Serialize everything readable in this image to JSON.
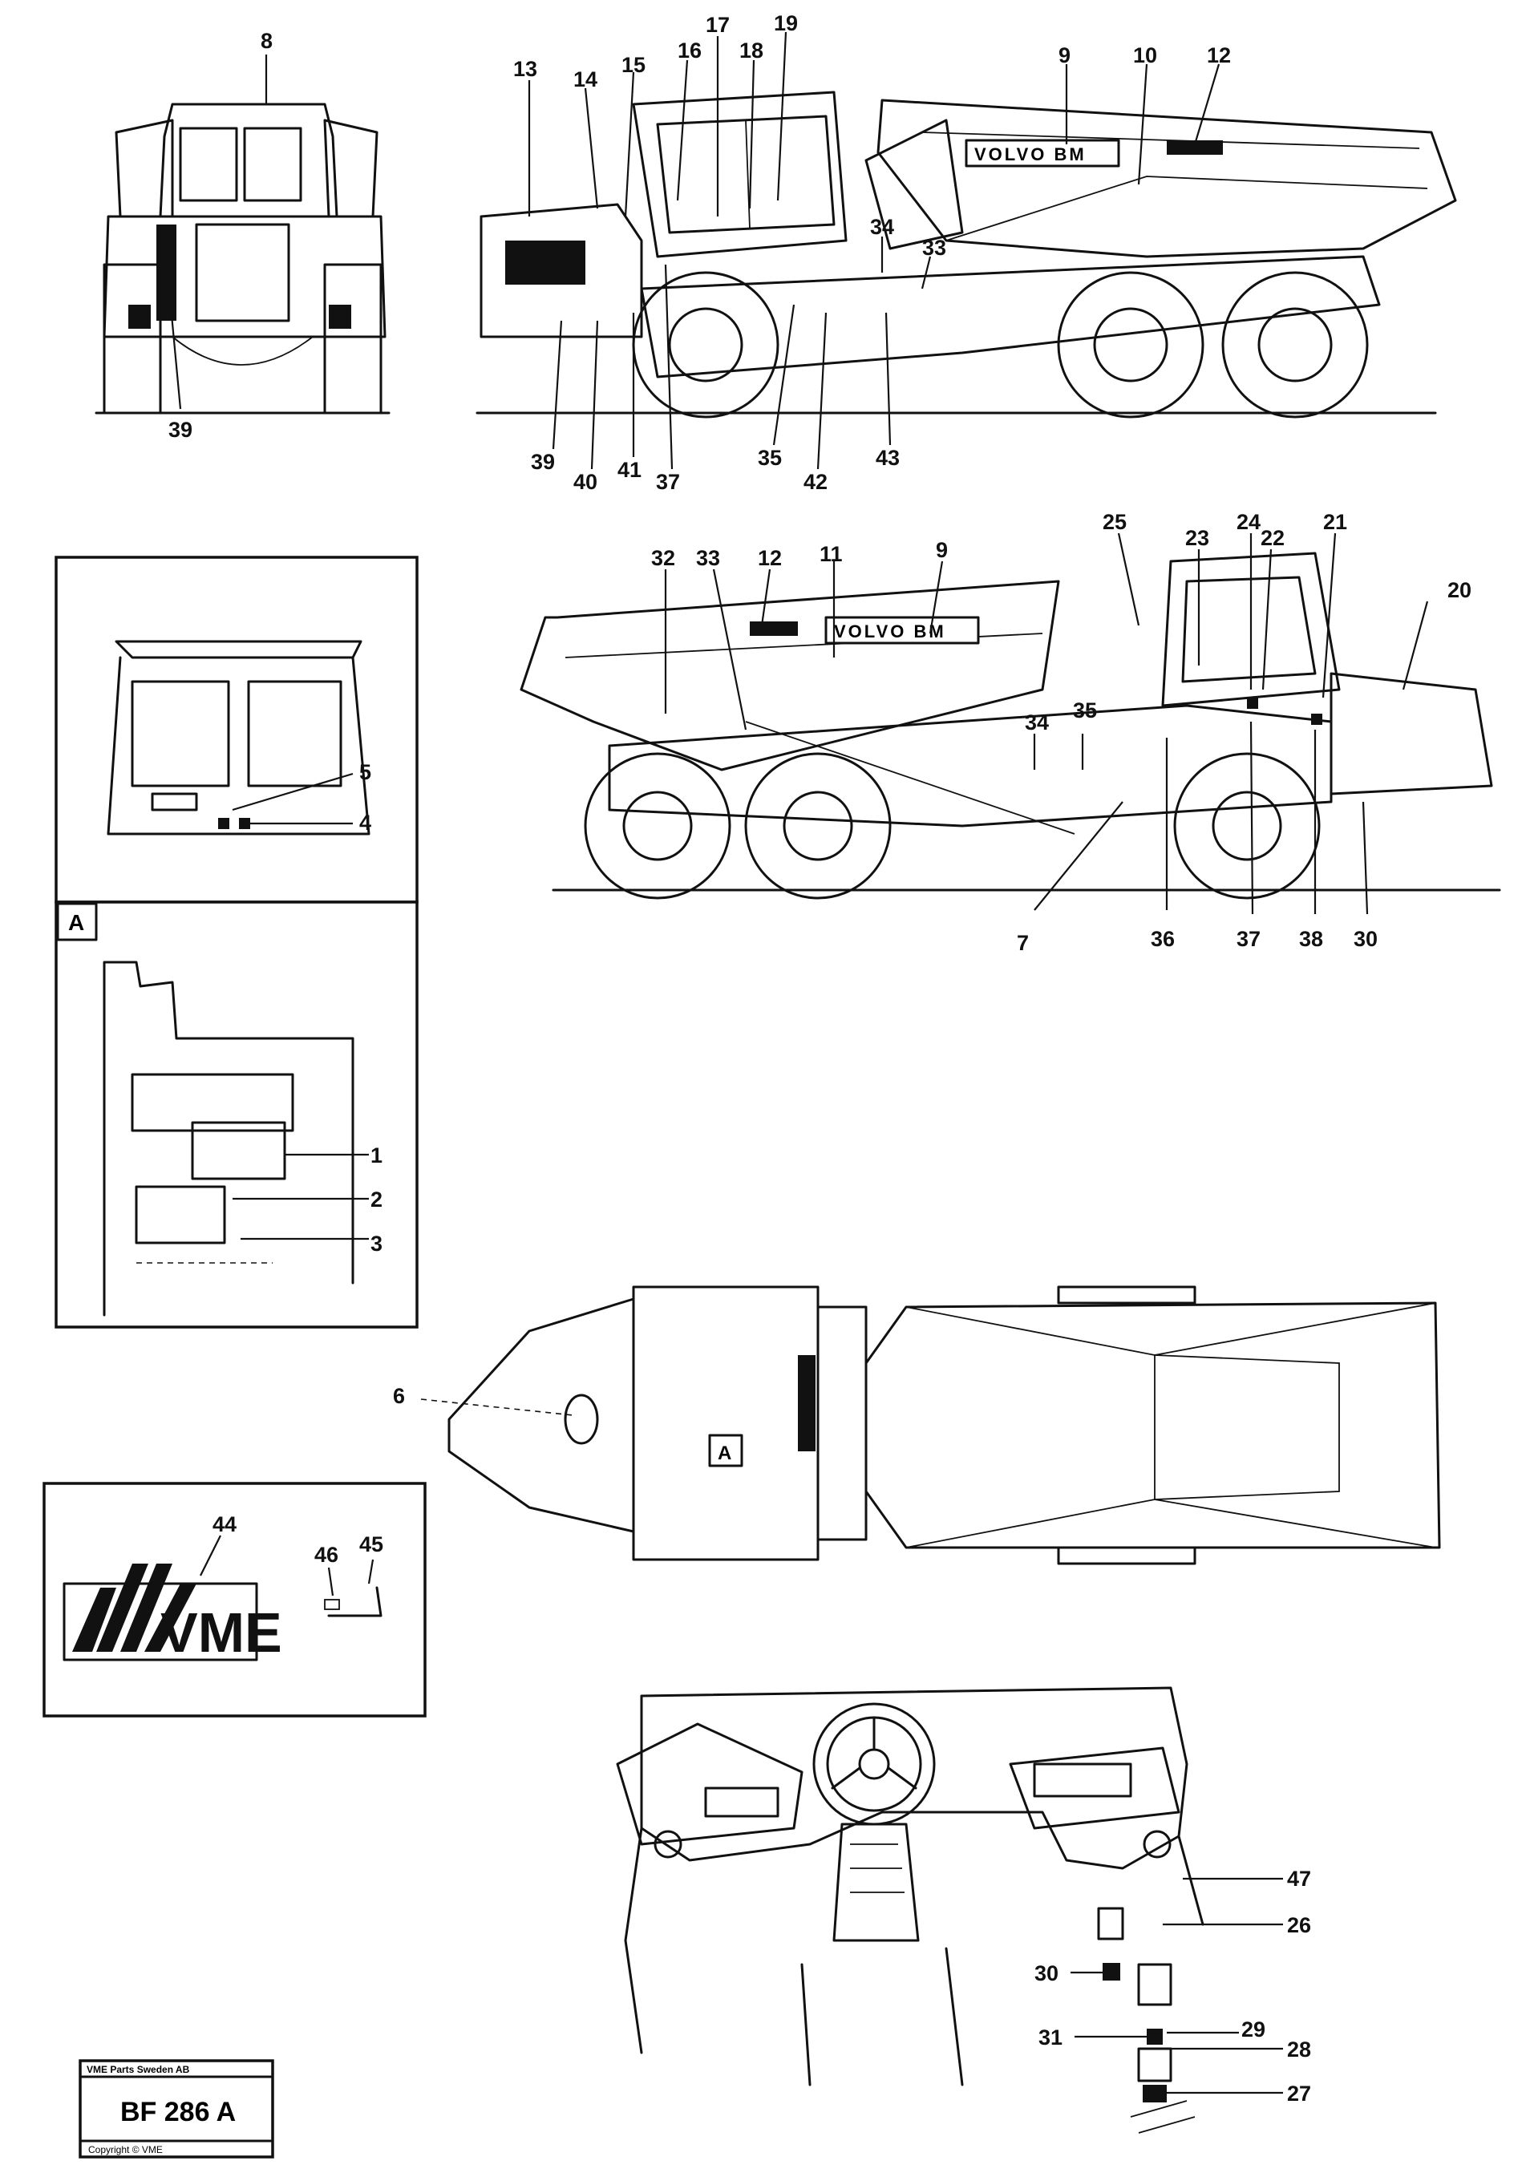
{
  "drawing": {
    "reference": "BF 286 A",
    "stamp_header": "VME Parts Sweden AB",
    "stamp_footer": "Copyright © VME"
  },
  "brand": {
    "body_text_left": "VOLVO BM",
    "body_text_right": "VOLVO BM",
    "logo": "VME"
  },
  "detail_letter": "A",
  "callouts": {
    "front_view": [
      "8",
      "39"
    ],
    "left_side_view": [
      "9",
      "10",
      "12",
      "13",
      "14",
      "15",
      "16",
      "17",
      "18",
      "19",
      "33",
      "34",
      "35",
      "37",
      "39",
      "40",
      "41",
      "42",
      "43"
    ],
    "right_side_view": [
      "9",
      "11",
      "12",
      "20",
      "21",
      "22",
      "23",
      "24",
      "25",
      "30",
      "32",
      "33",
      "34",
      "35",
      "36",
      "37",
      "38",
      "7"
    ],
    "cab_detail": [
      "4",
      "5"
    ],
    "detail_a": [
      "1",
      "2",
      "3"
    ],
    "top_view": [
      "6"
    ],
    "logo_box": [
      "44",
      "45",
      "46"
    ],
    "dashboard": [
      "47",
      "26",
      "30",
      "31",
      "29",
      "28",
      "27"
    ]
  },
  "colors": {
    "ink": "#111111",
    "paper": "#ffffff"
  }
}
